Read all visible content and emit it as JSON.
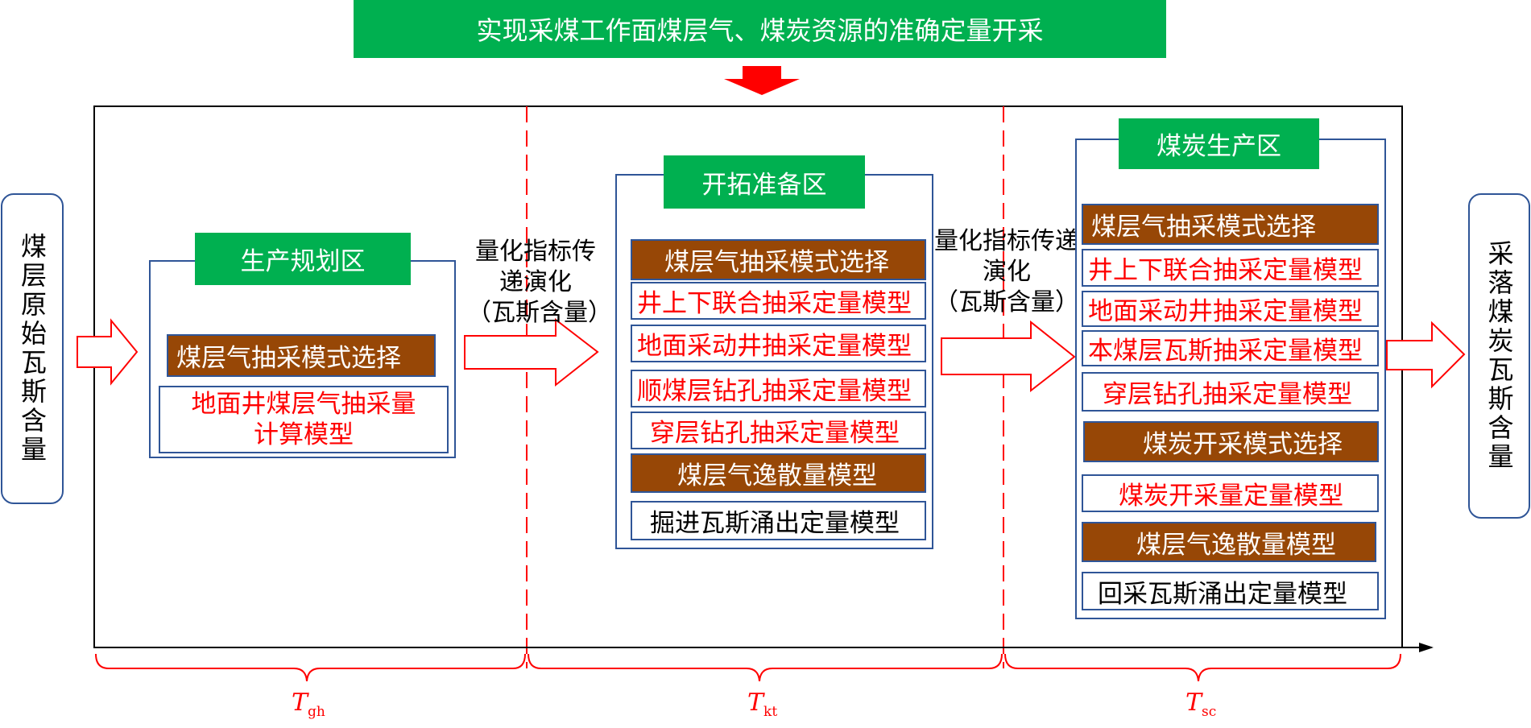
{
  "title": "实现采煤工作面煤层气、煤炭资源的准确定量开采",
  "left_label": "煤层原始瓦斯含量",
  "right_label": "采落煤炭瓦斯含量",
  "transition_text_1": "量化指标传递演化",
  "transition_text_1b": "（瓦斯含量）",
  "transition_text_2": "量化指标传递演化",
  "transition_text_2b": "（瓦斯含量）",
  "zone1": {
    "header": "生产规划区",
    "mode": "煤层气抽采模式选择",
    "model_line1": "地面井煤层气抽采量",
    "model_line2": "计算模型"
  },
  "zone2": {
    "header": "开拓准备区",
    "mode": "煤层气抽采模式选择",
    "models": [
      "井上下联合抽采定量模型",
      "地面采动井抽采定量模型",
      "顺煤层钻孔抽采定量模型",
      "穿层钻孔抽采定量模型"
    ],
    "escape": "煤层气逸散量模型",
    "emission": "掘进瓦斯涌出定量模型"
  },
  "zone3": {
    "header": "煤炭生产区",
    "mode": "煤层气抽采模式选择",
    "models": [
      "井上下联合抽采定量模型",
      "地面采动井抽采定量模型",
      "本煤层瓦斯抽采定量模型",
      "穿层钻孔抽采定量模型"
    ],
    "coal_mode": "煤炭开采模式选择",
    "coal_model": "煤炭开采量定量模型",
    "escape": "煤层气逸散量模型",
    "emission": "回采瓦斯涌出定量模型"
  },
  "timeline": {
    "t1_main": "T",
    "t1_sub": "gh",
    "t2_main": "T",
    "t2_sub": "kt",
    "t3_main": "T",
    "t3_sub": "sc"
  },
  "colors": {
    "green": "#00b050",
    "brown": "#974706",
    "red": "#ff0000",
    "border_blue": "#2f5597"
  }
}
